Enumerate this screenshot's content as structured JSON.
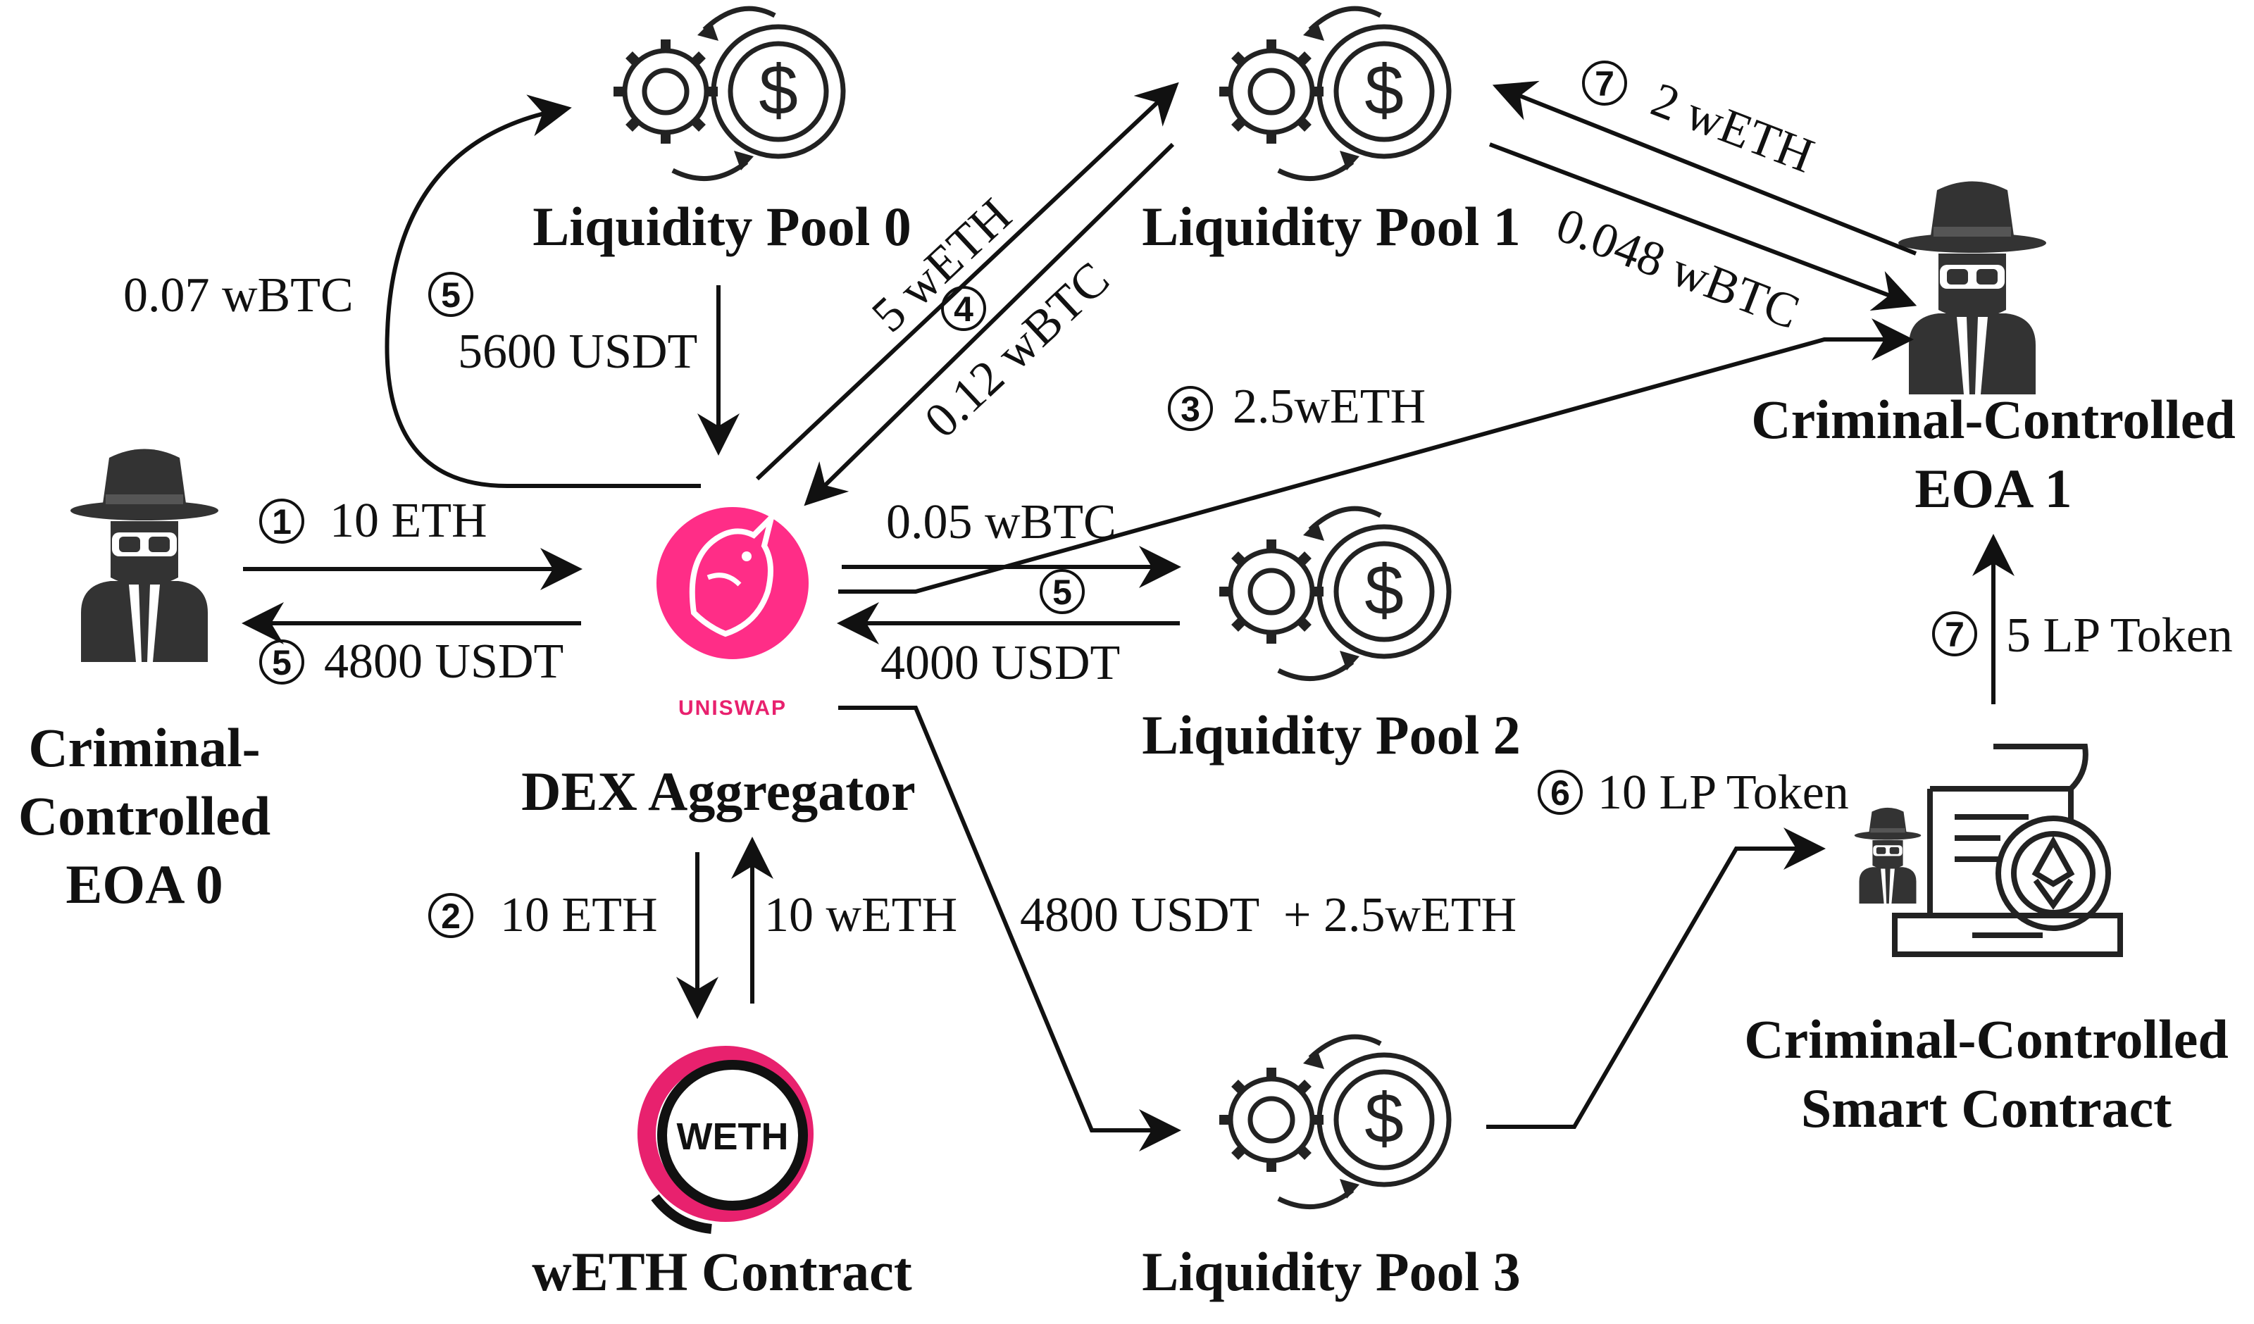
{
  "nodes": {
    "pool0": "Liquidity Pool 0",
    "pool1": "Liquidity Pool 1",
    "pool2": "Liquidity Pool 2",
    "pool3": "Liquidity Pool 3",
    "dex": "DEX Aggregator",
    "uniswap_logo_text": "UNISWAP",
    "weth_logo_text": "WETH",
    "weth_contract": "wETH Contract",
    "eoa0": [
      "Criminal-",
      "Controlled",
      "EOA 0"
    ],
    "eoa1": [
      "Criminal-Controlled",
      "EOA 1"
    ],
    "smart_contract": [
      "Criminal-Controlled",
      "Smart Contract"
    ]
  },
  "flows": {
    "eoa0_to_dex": {
      "step": "1",
      "label": "10 ETH"
    },
    "dex_to_eoa0": {
      "step": "5",
      "label": "4800 USDT"
    },
    "dex_to_weth": {
      "step": "2",
      "label": "10 ETH"
    },
    "weth_to_dex": {
      "label": "10 wETH"
    },
    "dex_to_pool0": {
      "label": "0.07 wBTC",
      "step": "5"
    },
    "pool0_to_dex": {
      "label": "5600 USDT"
    },
    "dex_to_pool1": {
      "label": "5 wETH"
    },
    "pool1_to_dex": {
      "step": "4",
      "label": "0.12 wBTC"
    },
    "dex_to_eoa1": {
      "step": "3",
      "label": "2.5wETH"
    },
    "dex_to_pool2": {
      "label": "0.05 wBTC"
    },
    "pool2_to_dex": {
      "step": "5",
      "label": "4000 USDT"
    },
    "dex_to_pool3": {
      "label": "4800 USDT  + 2.5wETH"
    },
    "pool3_to_contract": {
      "step": "6",
      "label": "10 LP Token"
    },
    "contract_to_eoa1": {
      "step": "7",
      "label": "5 LP Token"
    },
    "eoa1_to_pool1": {
      "step": "7",
      "label": "2 wETH"
    },
    "pool1_to_eoa1": {
      "label": "0.048 wBTC"
    }
  },
  "colors": {
    "uniswap": "#ff2d87",
    "weth_ring": "#e8216e",
    "ink": "#111111"
  }
}
